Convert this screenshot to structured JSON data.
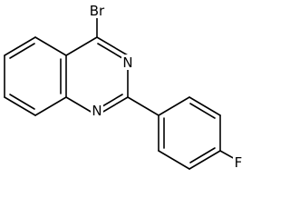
{
  "molecule": {
    "atoms": {
      "bromine": "Br",
      "nitrogen_upper": "N",
      "nitrogen_lower": "N",
      "fluorine": "F"
    },
    "line_color": "#000000",
    "background_color": "#ffffff"
  }
}
